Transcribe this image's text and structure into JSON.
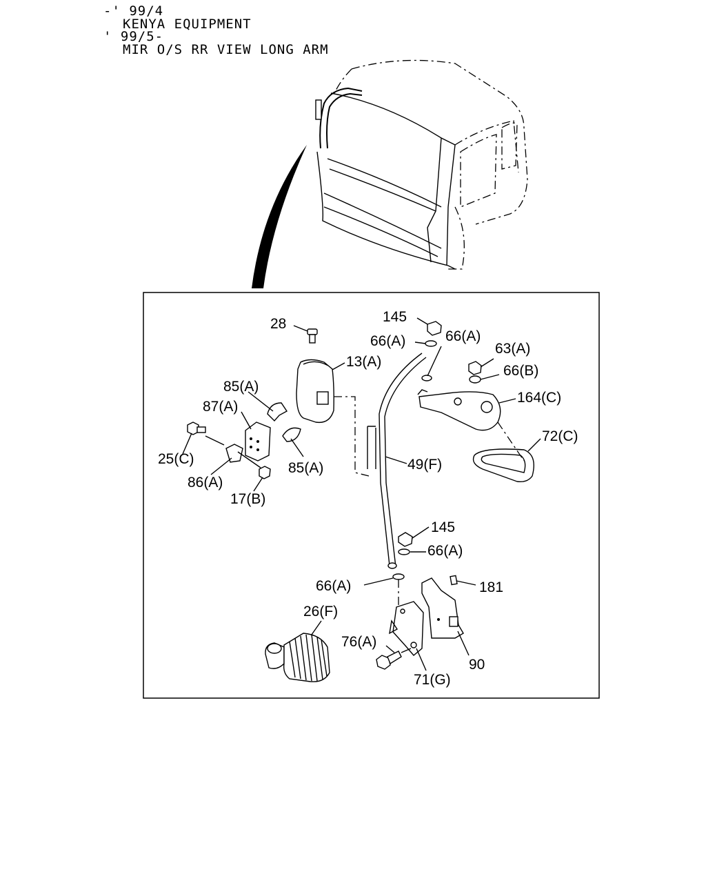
{
  "header": {
    "line1": "-' 99/4",
    "line2": "KENYA EQUIPMENT",
    "line3": "' 99/5-",
    "line4": "MIR O/S RR VIEW LONG ARM"
  },
  "callouts": {
    "c28": "28",
    "c145_top": "145",
    "c66a_1": "66(A)",
    "c66a_2": "66(A)",
    "c13a": "13(A)",
    "c63a": "63(A)",
    "c66b": "66(B)",
    "c85a_1": "85(A)",
    "c87a": "87(A)",
    "c164c": "164(C)",
    "c72c": "72(C)",
    "c25c": "25(C)",
    "c85a_2": "85(A)",
    "c49f": "49(F)",
    "c86a": "86(A)",
    "c17b": "17(B)",
    "c145_mid": "145",
    "c66a_3": "66(A)",
    "c66a_4": "66(A)",
    "c181": "181",
    "c26f": "26(F)",
    "c76a": "76(A)",
    "c90": "90",
    "c71g": "71(G)"
  }
}
